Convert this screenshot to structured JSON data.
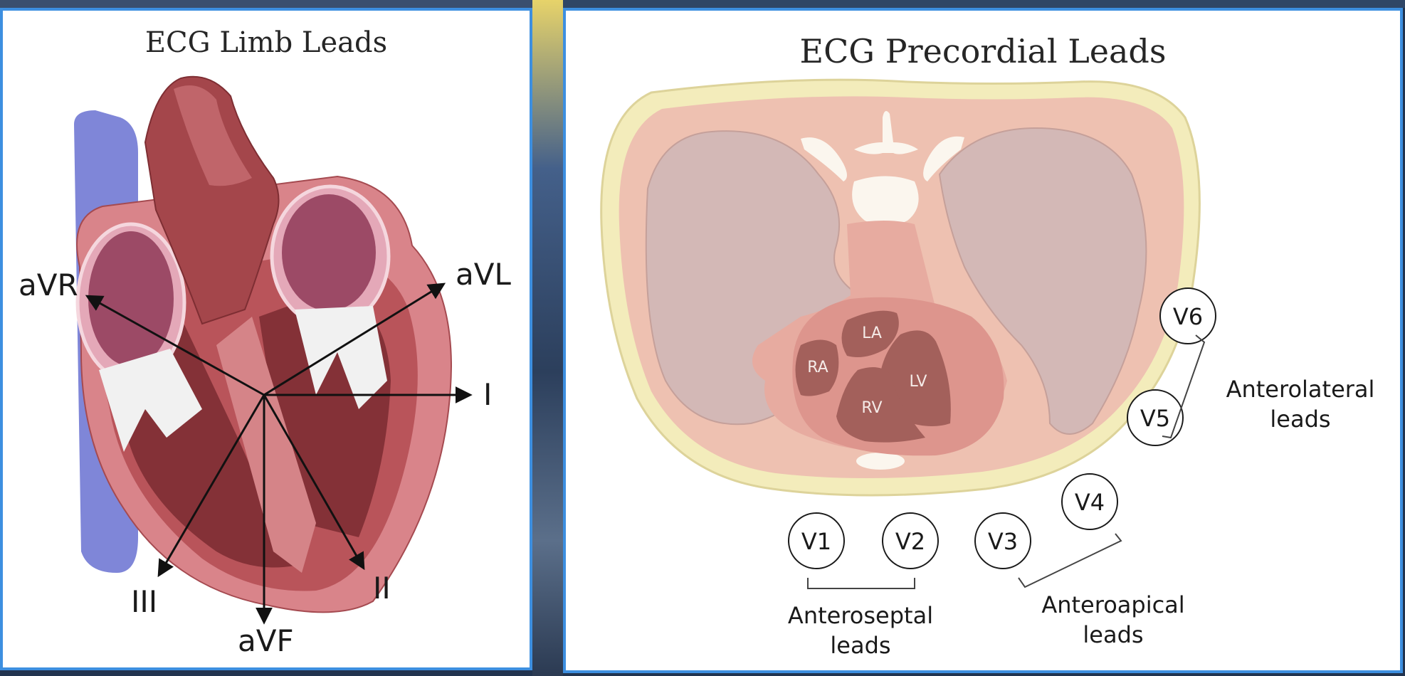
{
  "left_panel": {
    "title": "ECG Limb Leads",
    "axis_labels": {
      "avr": "aVR",
      "avl": "aVL",
      "i": "I",
      "ii": "II",
      "iii": "III",
      "avf": "aVF"
    }
  },
  "right_panel": {
    "title": "ECG Precordial Leads",
    "chambers": {
      "la": "LA",
      "ra": "RA",
      "lv": "LV",
      "rv": "RV"
    },
    "leads": {
      "v1": "V1",
      "v2": "V2",
      "v3": "V3",
      "v4": "V4",
      "v5": "V5",
      "v6": "V6"
    },
    "groups": {
      "anteroseptal": [
        "Anteroseptal",
        "leads"
      ],
      "anteroapical": [
        "Anteroapical",
        "leads"
      ],
      "anterolateral": [
        "Anterolateral",
        "leads"
      ]
    }
  },
  "colors": {
    "frame": "#3d8fe0",
    "background": "#22344f",
    "myocardium": "#c0575a",
    "vessel": "#7f86d8",
    "body_fat": "#f3ecbb",
    "lung": "#d2b8b8",
    "heart_chamber": "#a3605b"
  }
}
